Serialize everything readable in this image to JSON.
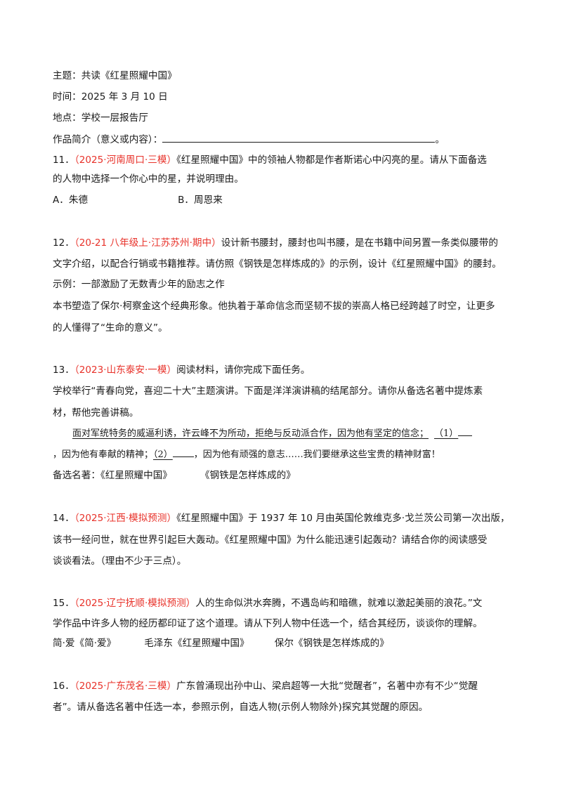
{
  "event": {
    "theme": "主题：共读《红星照耀中国》",
    "time": "时间：2025 年 3 月 10 日",
    "place": "地点：学校一层报告厅",
    "intro_label": "作品简介（意义或内容）：",
    "intro_end": "。"
  },
  "q11": {
    "num": "11．",
    "source": "（2025·河南周口·三模）",
    "line1": "《红星照耀中国》中的领袖人物都是作者斯诺心中闪亮的星。请从下面备选",
    "line2": "的人物中选择一个你心中的星，并说明理由。",
    "option_a": "A．朱德",
    "option_b": "B．周恩来"
  },
  "q12": {
    "num": "12．",
    "source": "（20-21 八年级上·江苏苏州·期中）",
    "line1": "设计新书腰封，腰封也叫书腰，是在书籍中间另置一条类似腰带的",
    "line2": "文字介绍，以配合行销或书籍推荐。请仿照《钢铁是怎样炼成的》的示例，设计《红星照耀中国》的腰封。",
    "example": "示例：一部激励了无数青少年的励志之作",
    "line3": "本书塑造了保尔·柯察金这个经典形象。他执着于革命信念而坚韧不拔的崇高人格已经跨越了时空，让更多",
    "line4": "的人懂得了“生命的意义”。"
  },
  "q13": {
    "num": "13．",
    "source": "（2023·山东泰安·一模）",
    "line1": "阅读材料，请你完成下面任务。",
    "line2": "学校举行“青春向党，喜迎二十大”主题演讲。下面是洋洋演讲稿的结尾部分。请你从备选名著中提炼素",
    "line3": "材，帮他完善讲稿。",
    "speech1": "面对军统特务的威逼利诱，许云峰不为所动，拒绝与反动派合作，因为他有坚定的信念；",
    "blank1": "（1）",
    "speech2a": "，因为他有奉献的精神；",
    "blank2": "（2）",
    "speech2b": "，因为他有顽强的意志……我们要继承这些宝贵的精神财富！",
    "books_label": "备选名著：《红星照耀中国》",
    "books_second": "《钢铁是怎样炼成的》"
  },
  "q14": {
    "num": "14．",
    "source": "（2025·江西·模拟预测）",
    "line1": "《红星照耀中国》于 1937 年 10 月由英国伦敦维克多·戈兰茨公司第一次出版，",
    "line2": "该书一经问世，就在世界引起巨大轰动。《红星照耀中国》为什么能迅速引起轰动？请结合你的阅读感受",
    "line3": "谈谈看法。（理由不少于三点）。"
  },
  "q15": {
    "num": "15．",
    "source": "（2025·辽宁抚顺·模拟预测）",
    "line1": "人的生命似洪水奔腾，不遇岛屿和暗礁，就难以激起美丽的浪花。”文",
    "line2": "学作品中许多人物的经历都印证了这个道理。请从下列人物中任选一个，结合其经历，谈谈你的理解。",
    "choice1": "简·爱《简·爱》",
    "choice2": "毛泽东《红星照耀中国》",
    "choice3": "保尔《钢铁是怎样炼成的》"
  },
  "q16": {
    "num": "16．",
    "source": "（2025·广东茂名·三模）",
    "line1": "广东曾涌现出孙中山、梁启超等一大批“觉醒者”，名著中亦有不少“觉醒",
    "line2": "者”。请从备选名著中任选一本，参照示例，自选人物(示例人物除外)探究其觉醒的原因。"
  }
}
